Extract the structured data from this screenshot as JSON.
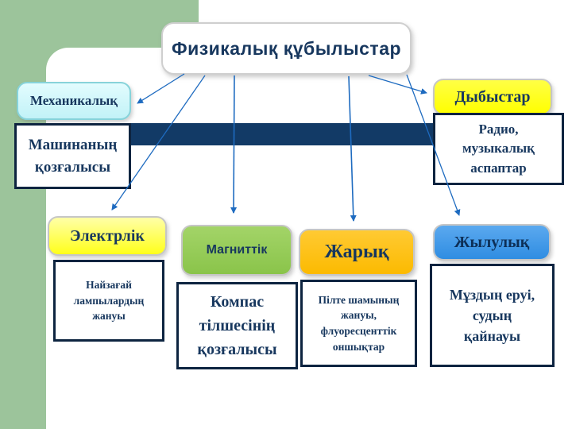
{
  "slide_title": "Физикалық құбылыстар",
  "colors": {
    "background_green": "#9CC49B",
    "band_navy": "#123A66",
    "text_navy": "#17375E",
    "arrow_blue": "#1E6BC0",
    "mechanical_chip": "#C9F2F7",
    "sound_chip": "#FFFF00",
    "electric_chip": "#FFFF33",
    "magnetic_chip": "#92C956",
    "light_chip": "#FFC010",
    "thermal_chip": "#3D9BEC"
  },
  "categories": [
    {
      "id": "mechanical",
      "label": "Механикалық",
      "example": "Машинаның қозғалысы"
    },
    {
      "id": "sound",
      "label": "Дыбыстар",
      "example": "Радио, музыкалық аспаптар"
    },
    {
      "id": "electric",
      "label": "Электрлік",
      "example": "Найзағай лампылардың жануы"
    },
    {
      "id": "magnetic",
      "label": "Магниттік",
      "example": "Компас тілшесінің қозғалысы"
    },
    {
      "id": "light",
      "label": "Жарық",
      "example": "Пілте шамының жануы, флуоресценттік оншықтар"
    },
    {
      "id": "thermal",
      "label": "Жылулық",
      "example": "Мұздың еруі, судың қайнауы"
    }
  ]
}
